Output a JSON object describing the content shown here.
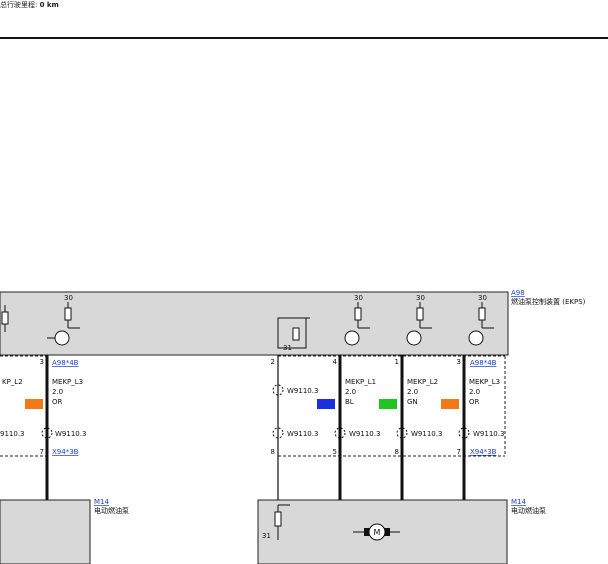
{
  "header": {
    "odometer_label": "总行驶里程:",
    "odometer_value": "0 km"
  },
  "components": {
    "a98": {
      "ref": "A98",
      "name": "燃油泵控制装置 (EKPS)"
    },
    "m14_left": {
      "ref": "M14",
      "name": "电动燃油泵"
    },
    "m14_right": {
      "ref": "M14",
      "name": "电动燃油泵"
    }
  },
  "connectors": {
    "a98_4b": "A98*4B",
    "x94_3b": "X94*3B"
  },
  "terminals": {
    "t30": "30",
    "t31": "31"
  },
  "pins": {
    "left_top": "3",
    "left_bottom": "7",
    "p2": "2",
    "p4": "4",
    "p1": "1",
    "p3": "3",
    "b8": "8",
    "b5": "5",
    "b8b": "8",
    "b7": "7"
  },
  "wires": {
    "left_partial": "KP_L2",
    "left_l3": {
      "name": "MEKP_L3",
      "size": "2.0",
      "color_code": "OR",
      "swatch": "#f07a1a"
    },
    "l1": {
      "name": "MEKP_L1",
      "size": "2.0",
      "color_code": "BL",
      "swatch": "#1b2fe0"
    },
    "l2": {
      "name": "MEKP_L2",
      "size": "2.0",
      "color_code": "GN",
      "swatch": "#22c422"
    },
    "r_l3": {
      "name": "MEKP_L3",
      "size": "2.0",
      "color_code": "OR",
      "swatch": "#f07a1a"
    }
  },
  "shields": {
    "s_left_partial": "9110.3",
    "s_left": "W9110.3",
    "s_top": "W9110.3",
    "s_mid1": "W9110.3",
    "s_mid2": "W9110.3",
    "s_mid3": "W9110.3",
    "s_mid4": "W9110.3"
  },
  "motor_symbol": "M"
}
